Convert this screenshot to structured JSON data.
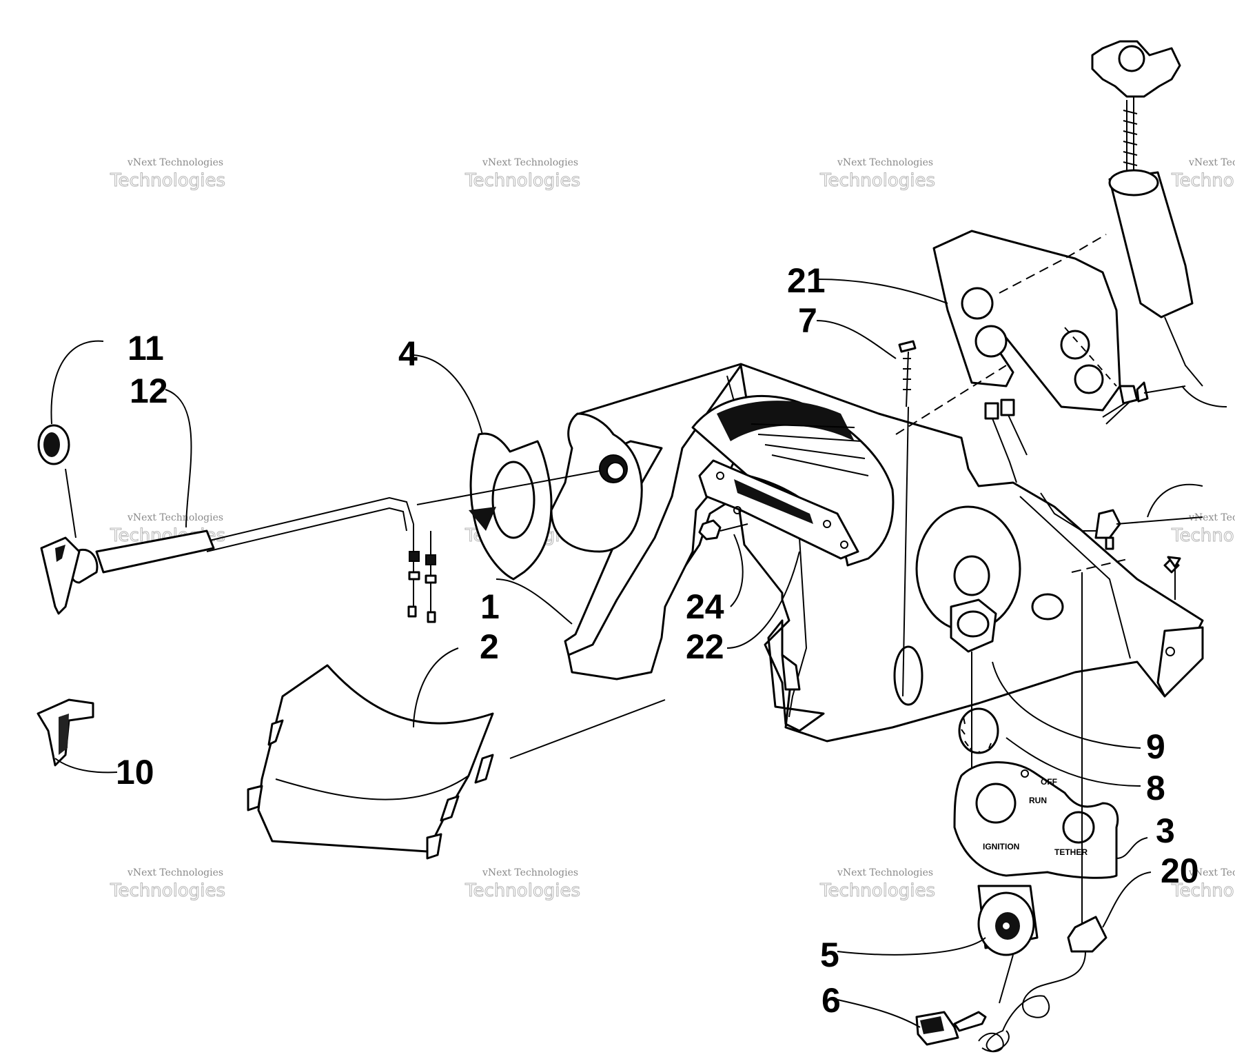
{
  "diagram": {
    "callouts": [
      "1",
      "2",
      "3",
      "4",
      "5",
      "6",
      "7",
      "8",
      "9",
      "10",
      "11",
      "12",
      "20",
      "21",
      "22",
      "24"
    ],
    "panel_text": {
      "off": "OFF",
      "run": "RUN",
      "ignition": "IGNITION",
      "tether": "TETHER"
    },
    "watermark": {
      "line1": "vNext Technologies",
      "line2": "Technologies"
    }
  }
}
